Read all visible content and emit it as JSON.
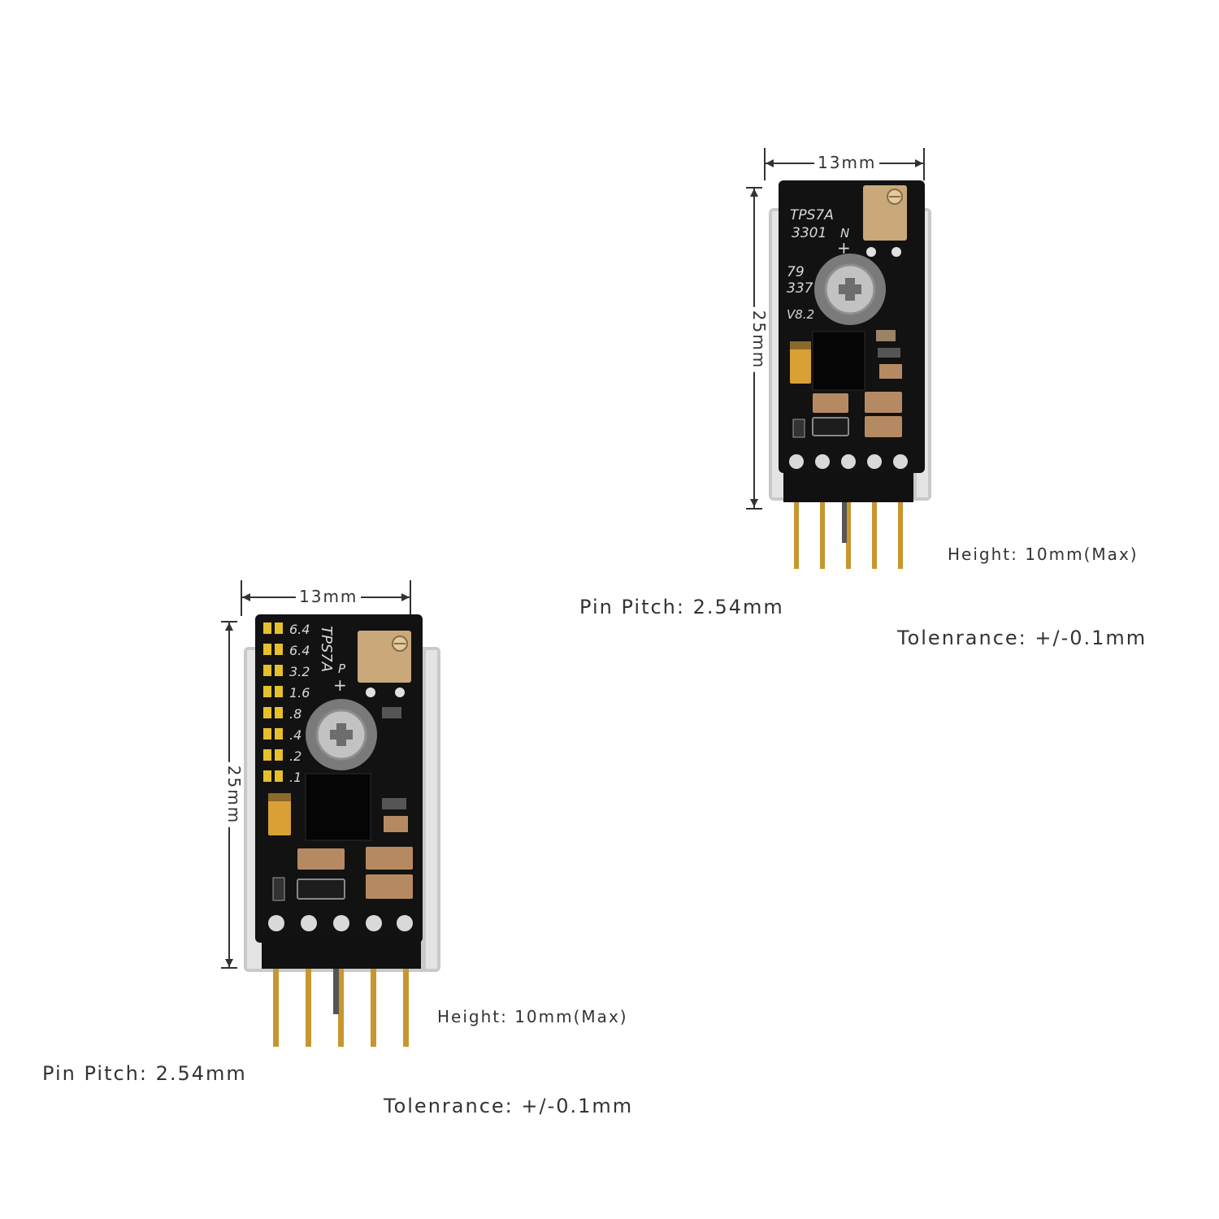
{
  "module_large": {
    "width_label": "13mm",
    "length_label": "25mm",
    "silkscreen": [
      "TPS7A",
      "3301",
      "N",
      "+",
      "79",
      "337",
      "V8.2"
    ],
    "height_label": "Height: 10mm(Max)",
    "pitch_label": "Pin Pitch: 2.54mm",
    "tolerance_label": "Tolenrance: +/-0.1mm"
  },
  "module_small": {
    "width_label": "13mm",
    "length_label": "25mm",
    "silkscreen": [
      "TPS7A",
      "P",
      "+"
    ],
    "voltage_steps": [
      "6.4",
      "6.4",
      "3.2",
      "1.6",
      ".8",
      ".4",
      ".2",
      ".1"
    ],
    "height_label": "Height: 10mm(Max)",
    "pitch_label": "Pin Pitch: 2.54mm",
    "tolerance_label": "Tolenrance: +/-0.1mm"
  },
  "colors": {
    "pcb": "#121212",
    "heatsink": "#c9c9c9",
    "gold_pin": "#c8962e",
    "capacitor": "#b58a62",
    "tantalum": "#d9a035",
    "text": "#333333"
  }
}
